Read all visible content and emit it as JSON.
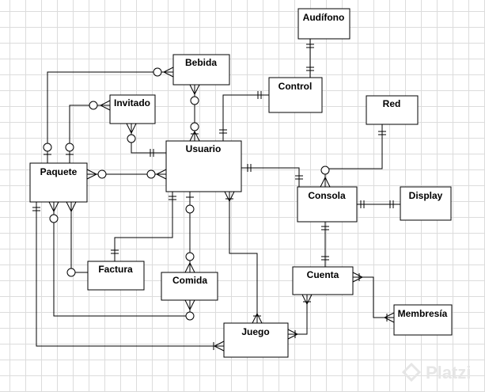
{
  "entities": {
    "audifono": "Audífono",
    "bebida": "Bebida",
    "control": "Control",
    "invitado": "Invitado",
    "red": "Red",
    "usuario": "Usuario",
    "paquete": "Paquete",
    "consola": "Consola",
    "display": "Display",
    "factura": "Factura",
    "comida": "Comida",
    "cuenta": "Cuenta",
    "membresia": "Membresía",
    "juego": "Juego"
  },
  "watermark": "Platzi"
}
